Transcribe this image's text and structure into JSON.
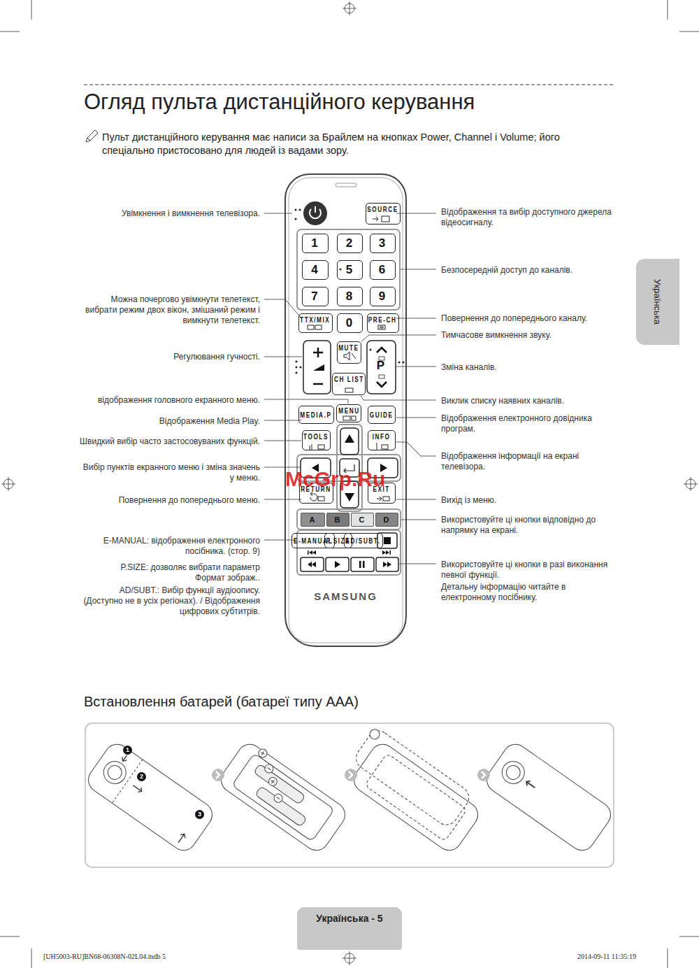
{
  "diagram": {
    "title": "Огляд пульта дистанційного керування",
    "nodes": [
      {
        "text": [
          "SAMSUNG"
        ]
      },
      {
        "text": [
          "SOURCE"
        ],
        "in": 0
      },
      {
        "text": [
          "1"
        ],
        "in": 0
      },
      {
        "text": [
          "2"
        ],
        "in": 0
      },
      {
        "text": [
          "3"
        ],
        "in": 0
      },
      {
        "text": [
          "4"
        ],
        "in": 0
      },
      {
        "text": [
          "5"
        ],
        "in": 0
      },
      {
        "text": [
          "6"
        ],
        "in": 0
      },
      {
        "text": [
          "7"
        ],
        "in": 0
      },
      {
        "text": [
          "8"
        ],
        "in": 0
      },
      {
        "text": [
          "9"
        ],
        "in": 0
      },
      {
        "text": [
          "TTX/MIX"
        ],
        "in": 0
      },
      {
        "text": [
          "0"
        ],
        "in": 0
      },
      {
        "text": [
          "PRE-CH"
        ],
        "in": 0
      },
      {
        "text": [
          "MUTE"
        ],
        "in": 0
      },
      {
        "text": [
          "P"
        ],
        "in": 0
      },
      {
        "text": [
          "CH LIST"
        ],
        "in": 0
      },
      {
        "text": [
          "MEDIA.P"
        ],
        "in": 0
      },
      {
        "text": [
          "MENU"
        ],
        "in": 0
      },
      {
        "text": [
          "GUIDE"
        ],
        "in": 0
      },
      {
        "text": [
          "TOOLS"
        ],
        "in": 0
      },
      {
        "text": [
          "INFO"
        ],
        "in": 0
      },
      {
        "text": [
          "RETURN"
        ],
        "in": 0
      },
      {
        "text": [
          "EXIT"
        ],
        "in": 0
      },
      {
        "text": [
          "A"
        ],
        "in": 0
      },
      {
        "text": [
          "B"
        ],
        "in": 0
      },
      {
        "text": [
          "C"
        ],
        "in": 0
      },
      {
        "text": [
          "D"
        ],
        "in": 0
      },
      {
        "text": [
          "E-MANUAL"
        ],
        "in": 0
      },
      {
        "text": [
          "P.SIZE"
        ],
        "in": 0
      },
      {
        "text": [
          "AD/SUBT."
        ],
        "in": 0
      },
      {
        "text": [
          "Українська"
        ]
      },
      {
        "text": [
          "Українська - 5"
        ]
      }
    ],
    "labels": [
      "Пульт дистанційного керування має написи за Брайлем на кнопках Power, Channel і Volume; його спеціально пристосовано для людей із вадами зору.",
      "Увімкнення і вимкнення телевізора.",
      "Можна почергово увімкнути телетекст, вибрати режим двох вікон, змішаний режим і вимкнути телетекст.",
      "Регулювання гучності.",
      "відображення головного екранного меню.",
      "Відображення Media Play.",
      "Швидкий вибір часто застосовуваних функцій.",
      "Вибір пунктів екранного меню і зміна значень у меню.",
      "Повернення до попереднього меню.",
      "E-MANUAL: відображення електронного посібника. (стор. 9)",
      "P.SIZE: дозволяє вибрати параметр Формат зображ..",
      "AD/SUBT.: Вибір функції аудіоопису. (Доступно не в усіх регіонах). / Відображення цифрових субтитрів.",
      "Відображення та вибір доступного джерела відеосигналу.",
      "Безпосередній доступ до каналів.",
      "Повернення до попереднього каналу.",
      "Тимчасове вимкнення звуку.",
      "Зміна каналів.",
      "Виклик списку наявних каналів.",
      "Відображення електронного довідника програм.",
      "Відображення інформації на екрані телевізора.",
      "Вихід із меню.",
      "Використовуйте ці кнопки відповідно до напрямку на екрані.",
      "Використовуйте ці кнопки в разі виконання певної функції.",
      "Детальну інформацію читайте в електронному посібнику.",
      "Встановлення батарей (батареї типу AAA)",
      "1",
      "2",
      "3",
      "McGrp.Ru",
      "[UH5003-RU]BN68-06308N-02L04.indb 5",
      "2014-09-11 11:35:19"
    ]
  }
}
